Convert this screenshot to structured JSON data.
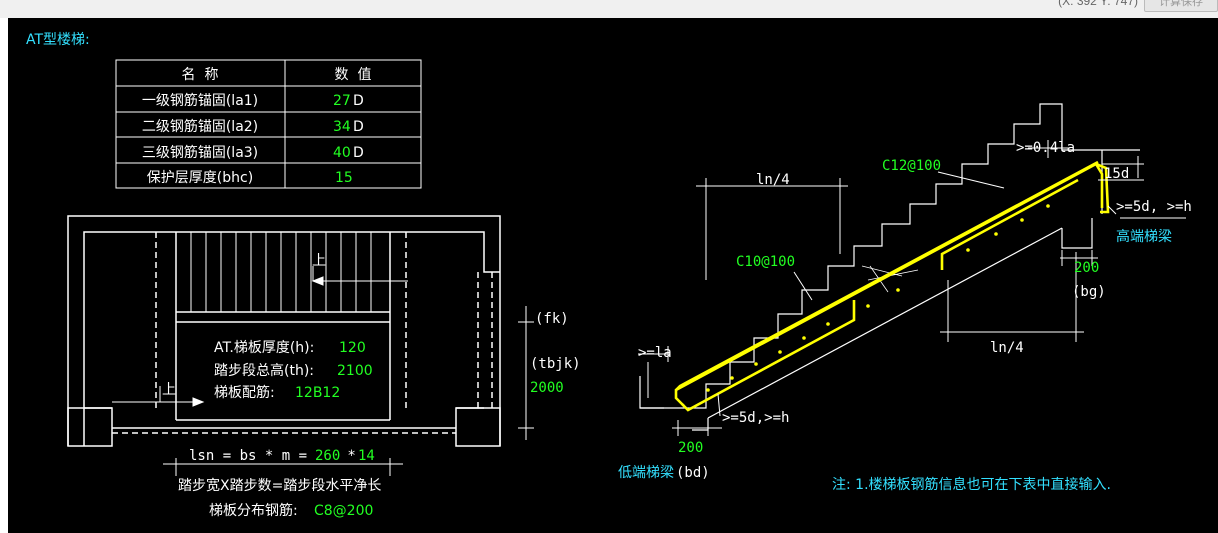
{
  "toolbar": {
    "coordinate": "(X: 392 Y: 747)",
    "calc_button": "计算保存"
  },
  "diagram": {
    "title": "AT型楼梯:",
    "table": {
      "headers": [
        "名  称",
        "数  值"
      ],
      "rows": [
        {
          "name": "一级钢筋锚固(la1)",
          "value": "27",
          "unit": "D"
        },
        {
          "name": "二级钢筋锚固(la2)",
          "value": "34",
          "unit": "D"
        },
        {
          "name": "三级钢筋锚固(la3)",
          "value": "40",
          "unit": "D"
        },
        {
          "name": "保护层厚度(bhc)",
          "value": "15",
          "unit": ""
        }
      ]
    },
    "plan": {
      "up_label": "上",
      "up_label2": "上",
      "params": [
        {
          "label": "AT.梯板厚度(h):",
          "value": "120"
        },
        {
          "label": "踏步段总高(th):",
          "value": "2100"
        },
        {
          "label": "梯板配筋:",
          "value": "12B12"
        }
      ],
      "fk": "(fk)",
      "tbjk": "(tbjk)",
      "height": "2000",
      "formula_prefix": "lsn = bs * m = ",
      "formula_bs": "260",
      "formula_op": " * ",
      "formula_m": "14",
      "formula_note": "踏步宽X踏步数=踏步段水平净长",
      "dist_label": "梯板分布钢筋:",
      "dist_value": "C8@200"
    },
    "section": {
      "ln4_top": "ln/4",
      "ln4_bottom": "ln/4",
      "c12": "C12@100",
      "c10": "C10@100",
      "anchor_top": ">=0.4la",
      "hook": "15d",
      "top_rule": ">=5d, >=h",
      "high_beam": "高端梯梁",
      "high_width": "200",
      "bg": "(bg)",
      "la": ">=la",
      "bottom_rule": ">=5d,>=h",
      "low_width": "200",
      "low_beam": "低端梯梁",
      "bd": "(bd)"
    },
    "note": "注: 1.楼梯板钢筋信息也可在下表中直接输入.",
    "colors": {
      "background": "#000000",
      "cyan": "#33e0ff",
      "green": "#22ff22",
      "rebar": "#ffff00"
    }
  }
}
